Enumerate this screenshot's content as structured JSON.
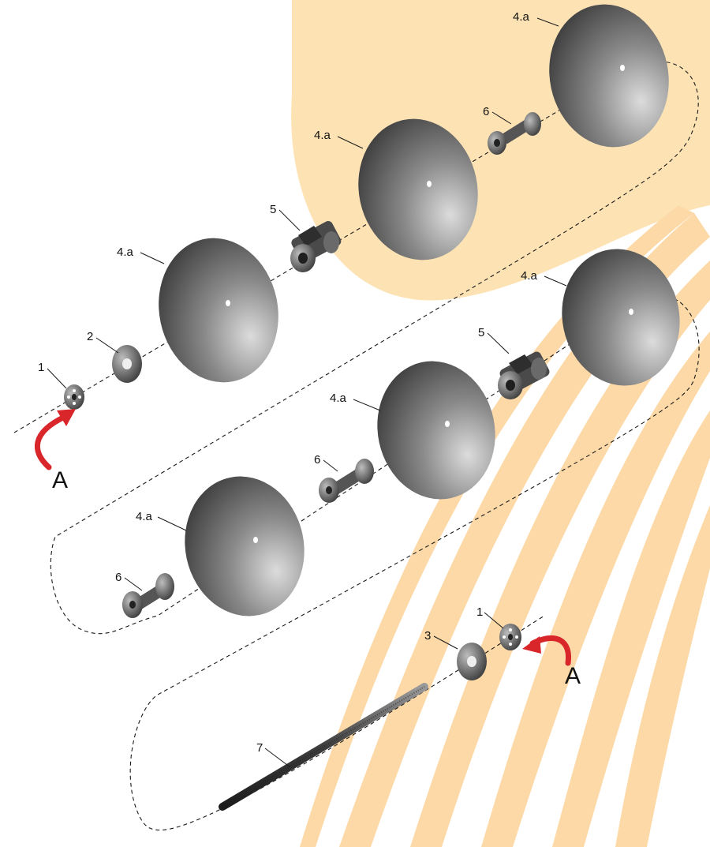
{
  "diagram": {
    "background": {
      "watermark_color": "#fde3b4",
      "stripe_color": "#fcd9a6"
    },
    "colors": {
      "disc_dark": "#3d3d3d",
      "disc_light": "#d6d6d6",
      "arrow": "#d8262b",
      "line": "#1a1a1a"
    },
    "callouts": {
      "c_1_top": "1",
      "c_2": "2",
      "c_4a_1": "4.a",
      "c_5_top": "5",
      "c_4a_2": "4.a",
      "c_6_top": "6",
      "c_4a_3": "4.a",
      "c_4a_4": "4.a",
      "c_5_mid": "5",
      "c_4a_5": "4.a",
      "c_6_mid": "6",
      "c_4a_6": "4.a",
      "c_6_bot": "6",
      "c_1_bot": "1",
      "c_3": "3",
      "c_7": "7",
      "arrow_a_left": "A",
      "arrow_a_right": "A"
    }
  }
}
